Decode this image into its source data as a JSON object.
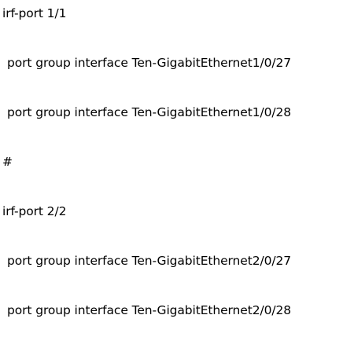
{
  "config_lines": [
    "irf-port 1/1",
    "port group interface Ten-GigabitEthernet1/0/27",
    "port group interface Ten-GigabitEthernet1/0/28",
    "#",
    "irf-port 2/2",
    "port group interface Ten-GigabitEthernet2/0/27",
    "port group interface Ten-GigabitEthernet2/0/28"
  ]
}
